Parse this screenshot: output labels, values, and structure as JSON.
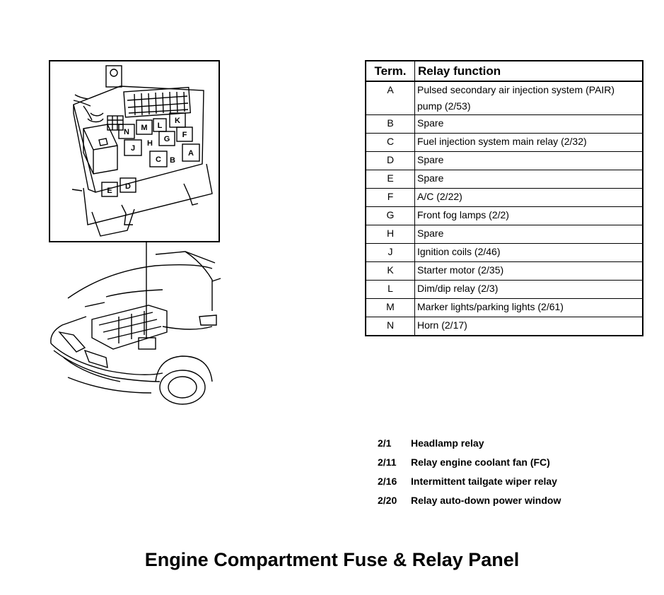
{
  "table": {
    "headers": [
      "Term.",
      "Relay function"
    ],
    "rows": [
      [
        "A",
        "Pulsed secondary air injection system (PAIR) pump (2/53)"
      ],
      [
        "B",
        "Spare"
      ],
      [
        "C",
        "Fuel injection system main relay (2/32)"
      ],
      [
        "D",
        "Spare"
      ],
      [
        "E",
        "Spare"
      ],
      [
        "F",
        "A/C (2/22)"
      ],
      [
        "G",
        "Front fog lamps (2/2)"
      ],
      [
        "H",
        "Spare"
      ],
      [
        "J",
        "Ignition coils (2/46)"
      ],
      [
        "K",
        "Starter motor (2/35)"
      ],
      [
        "L",
        "Dim/dip relay (2/3)"
      ],
      [
        "M",
        "Marker lights/parking lights (2/61)"
      ],
      [
        "N",
        "Horn (2/17)"
      ]
    ]
  },
  "fuse_box_labels": [
    "N",
    "M",
    "L",
    "K",
    "G",
    "F",
    "J",
    "H",
    "A",
    "C",
    "B",
    "E",
    "D"
  ],
  "legend": [
    {
      "code": "2/1",
      "text": "Headlamp relay"
    },
    {
      "code": "2/11",
      "text": "Relay engine coolant fan (FC)"
    },
    {
      "code": "2/16",
      "text": "Intermittent tailgate wiper relay"
    },
    {
      "code": "2/20",
      "text": "Relay auto-down power window"
    }
  ],
  "title": "Engine Compartment Fuse & Relay Panel"
}
